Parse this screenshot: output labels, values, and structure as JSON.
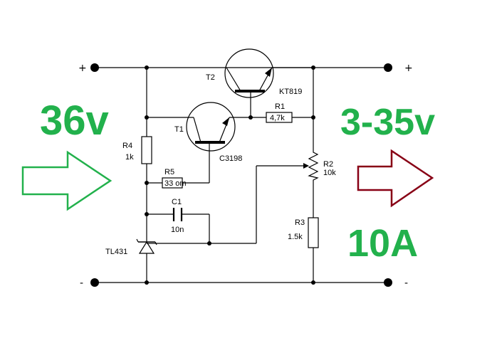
{
  "input": {
    "voltage": "36v",
    "plus_sign": "+",
    "minus_sign": "-"
  },
  "output": {
    "voltage": "3-35v",
    "current": "10A",
    "plus_sign": "+",
    "minus_sign": "-"
  },
  "components": {
    "t2": {
      "ref": "T2",
      "part": "KT819"
    },
    "t1": {
      "ref": "T1",
      "part": "C3198"
    },
    "r1": {
      "ref": "R1",
      "value": "4,7k"
    },
    "r2": {
      "ref": "R2",
      "value": "10k"
    },
    "r3": {
      "ref": "R3",
      "value": "1.5k"
    },
    "r4": {
      "ref": "R4",
      "value": "1k"
    },
    "r5": {
      "ref": "R5",
      "value": "33 om"
    },
    "c1": {
      "ref": "C1",
      "value": "10n"
    },
    "u1": {
      "part": "TL431"
    }
  },
  "colors": {
    "green": "#22b14c",
    "dark_red": "#880015",
    "wire": "#000000"
  }
}
